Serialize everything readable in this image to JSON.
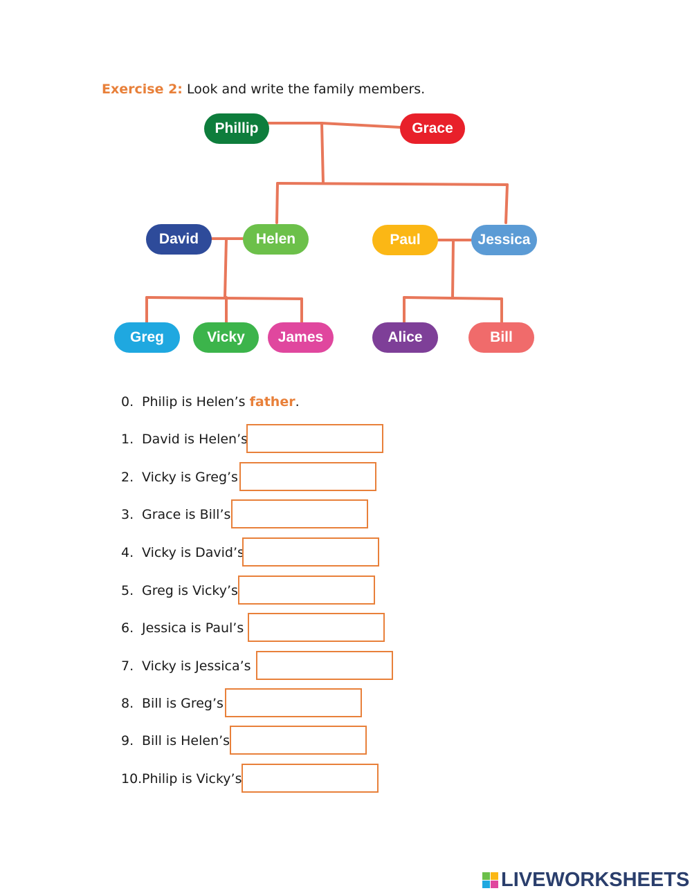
{
  "heading": {
    "label": "Exercise 2:",
    "instruction": "Look and write the family members."
  },
  "tree": {
    "line_color": "#e8775a",
    "members": [
      {
        "name": "Phillip",
        "color": "#0e7d3c"
      },
      {
        "name": "Grace",
        "color": "#e8202a"
      },
      {
        "name": "David",
        "color": "#2e4b9a"
      },
      {
        "name": "Helen",
        "color": "#6cc04a"
      },
      {
        "name": "Paul",
        "color": "#fbb715"
      },
      {
        "name": "Jessica",
        "color": "#5b9bd5"
      },
      {
        "name": "Greg",
        "color": "#1fa8e0"
      },
      {
        "name": "Vicky",
        "color": "#3cb44b"
      },
      {
        "name": "James",
        "color": "#e0479e"
      },
      {
        "name": "Alice",
        "color": "#7e3f98"
      },
      {
        "name": "Bill",
        "color": "#f06b6b"
      }
    ]
  },
  "example": {
    "number": "0.",
    "text": "Philip is Helen’s",
    "answer": "father",
    "end": "."
  },
  "questions": [
    {
      "number": "1.",
      "text": "David is Helen’s",
      "answer": ""
    },
    {
      "number": "2.",
      "text": "Vicky is Greg’s",
      "answer": ""
    },
    {
      "number": "3.",
      "text": "Grace is Bill’s",
      "answer": ""
    },
    {
      "number": "4.",
      "text": "Vicky is David’s",
      "answer": ""
    },
    {
      "number": "5.",
      "text": "Greg is Vicky’s",
      "answer": ""
    },
    {
      "number": "6.",
      "text": "Jessica is Paul’s",
      "answer": ""
    },
    {
      "number": "7.",
      "text": "Vicky is Jessica’s",
      "answer": ""
    },
    {
      "number": "8.",
      "text": "Bill is Greg’s",
      "answer": ""
    },
    {
      "number": "9.",
      "text": "Bill is Helen’s",
      "answer": ""
    },
    {
      "number": "10.",
      "text": "Philip is Vicky’s",
      "answer": ""
    }
  ],
  "accent_color": "#e8803a",
  "logo": {
    "text": "LIVEWORKSHEETS"
  }
}
